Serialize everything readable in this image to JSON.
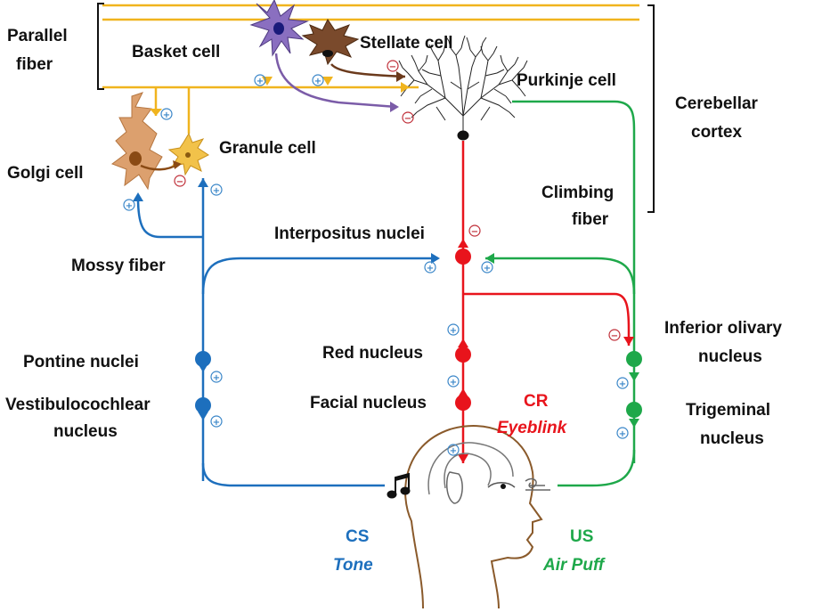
{
  "labels": {
    "parallel_fiber_1": "Parallel",
    "parallel_fiber_2": "fiber",
    "basket_cell": "Basket cell",
    "stellate_cell": "Stellate cell",
    "purkinje_cell": "Purkinje cell",
    "cerebellar_cortex_1": "Cerebellar",
    "cerebellar_cortex_2": "cortex",
    "granule_cell": "Granule cell",
    "golgi_cell": "Golgi cell",
    "climbing_fiber_1": "Climbing",
    "climbing_fiber_2": "fiber",
    "interpositus_nuclei": "Interpositus nuclei",
    "mossy_fiber": "Mossy fiber",
    "inferior_olivary_1": "Inferior olivary",
    "inferior_olivary_2": "nucleus",
    "pontine_nuclei": "Pontine nuclei",
    "red_nucleus": "Red nucleus",
    "vestibulocochlear_1": "Vestibulocochlear",
    "vestibulocochlear_2": "nucleus",
    "facial_nucleus": "Facial nucleus",
    "trigeminal_1": "Trigeminal",
    "trigeminal_2": "nucleus",
    "cr": "CR",
    "cr_sub": "Eyeblink",
    "cs": "CS",
    "cs_sub": "Tone",
    "us": "US",
    "us_sub": "Air Puff"
  },
  "signs": {
    "plus": "+",
    "minus": "−"
  },
  "colors": {
    "parallel": "#f0b41e",
    "mossy": "#1d6fbd",
    "climbing": "#1ea84a",
    "output": "#e8141c",
    "basket": "#7b5ca8",
    "stellate": "#6b3a1c",
    "golgi": "#d9935b",
    "granule": "#f0b41e",
    "cs_text": "#1d6fbd",
    "us_text": "#1ea84a",
    "cr_text": "#e8141c",
    "head": "#8a5a2b",
    "plus_sign": "#3a86c8",
    "minus_sign": "#c0303a"
  }
}
